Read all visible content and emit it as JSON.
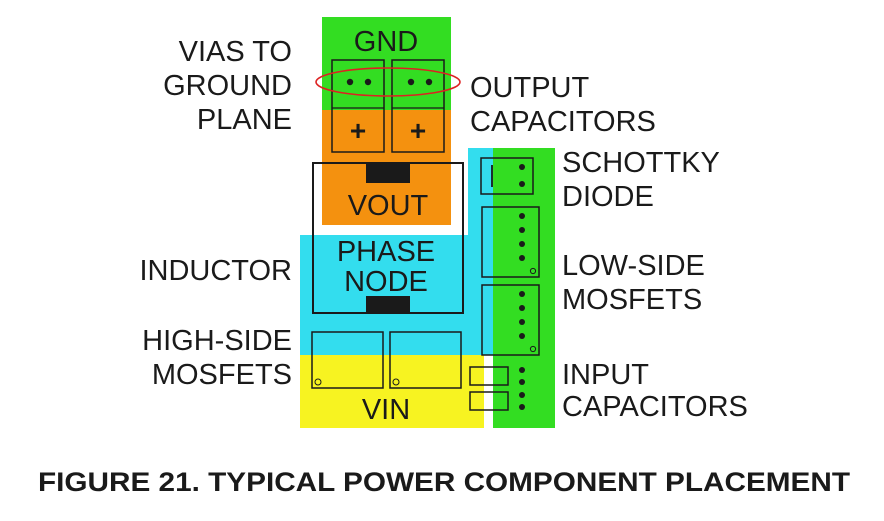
{
  "colors": {
    "gnd": "#33dd22",
    "vout": "#f4910f",
    "phase": "#33ddee",
    "vin": "#f7f321",
    "via_ellipse": "#dd2222"
  },
  "regions": {
    "gnd": "GND",
    "vout": "VOUT",
    "phase_line1": "PHASE",
    "phase_line2": "NODE",
    "vin": "VIN"
  },
  "capacitor_polarity": "+",
  "labels": {
    "vias_line1": "VIAS TO",
    "vias_line2": "GROUND",
    "vias_line3": "PLANE",
    "output_line1": "OUTPUT",
    "output_line2": "CAPACITORS",
    "schottky_line1": "SCHOTTKY",
    "schottky_line2": "DIODE",
    "inductor": "INDUCTOR",
    "lowside_line1": "LOW-SIDE",
    "lowside_line2": "MOSFETS",
    "highside_line1": "HIGH-SIDE",
    "highside_line2": "MOSFETS",
    "input_line1": "INPUT",
    "input_line2": "CAPACITORS"
  },
  "caption": "FIGURE 21.  TYPICAL POWER COMPONENT PLACEMENT"
}
